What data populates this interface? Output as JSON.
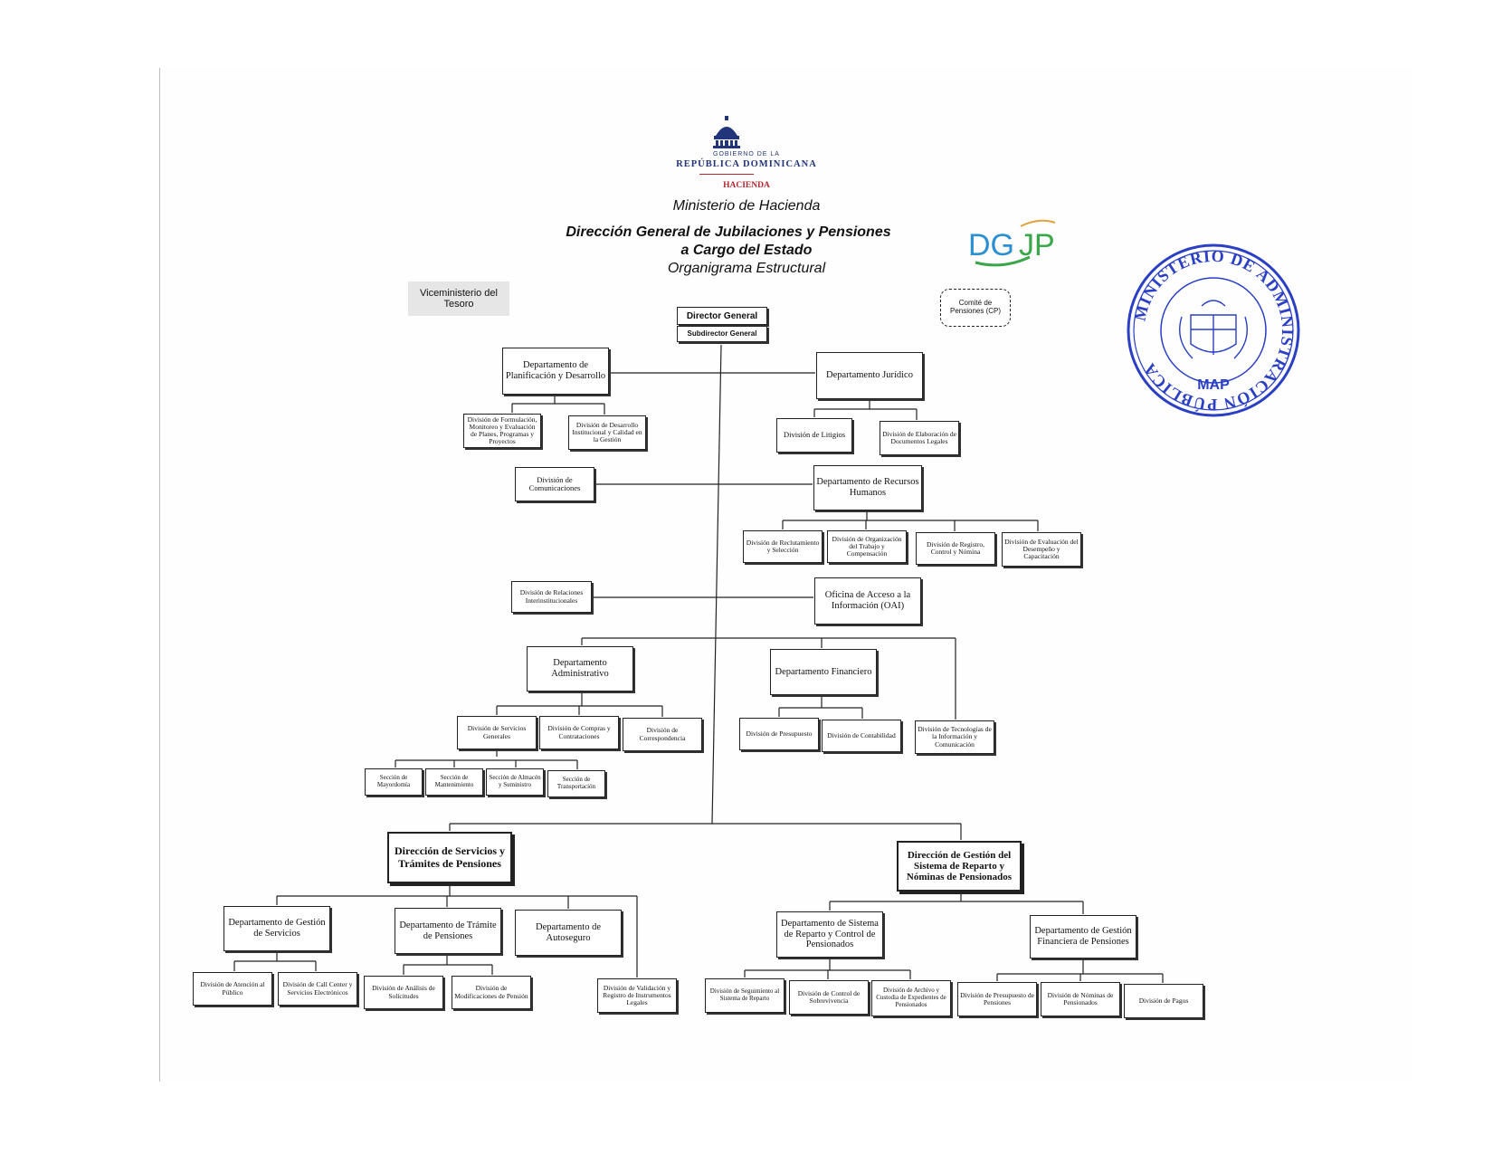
{
  "header": {
    "gov_line1": "GOBIERNO DE LA",
    "gov_line2": "REPÚBLICA DOMINICANA",
    "gov_line3": "HACIENDA",
    "ministry": "Ministerio de Hacienda",
    "title_line1": "Dirección General de Jubilaciones y Pensiones",
    "title_line2": "a Cargo del Estado",
    "subtitle": "Organigrama Estructural",
    "logo_text": "DGJP"
  },
  "seal": {
    "text": "MINISTERIO DE ADMINISTRACIÓN PÚBLICA",
    "center": "MAP",
    "color": "#2a3fc4"
  },
  "colors": {
    "logo_blue": "#2c8fd1",
    "logo_green": "#3aa64a",
    "seal_blue": "#2a3fc4",
    "hacienda_red": "#b3262e"
  },
  "nodes": {
    "viceministerio": "Viceministerio del Tesoro",
    "comite": "Comité de Pensiones (CP)",
    "director": "Director General",
    "subdirector": "Subdirector General",
    "planificacion": "Departamento de Planificación y Desarrollo",
    "div_formulacion": "División de Formulación, Monitoreo y Evaluación de Planes, Programas y Proyectos",
    "div_desarrollo_inst": "División de Desarrollo Institucional y Calidad en la Gestión",
    "juridico": "Departamento Jurídico",
    "div_litigios": "División de Litigios",
    "div_elab_docs": "División de Elaboración de Documentos Legales",
    "div_comunicaciones": "División de Comunicaciones",
    "rrhh": "Departamento de Recursos Humanos",
    "div_reclutamiento": "División de Reclutamiento y Selección",
    "div_org_trabajo": "División de Organización del Trabajo y Compensación",
    "div_registro": "División de Registro, Control y Nómina",
    "div_evaluacion": "División de Evaluación del Desempeño y Capacitación",
    "div_rel_inter": "División de Relaciones Interinstitucionales",
    "oai": "Oficina de Acceso a la Información (OAI)",
    "administrativo": "Departamento Administrativo",
    "div_serv_generales": "División de Servicios Generales",
    "div_compras": "División de Compras y Contrataciones",
    "div_correspondencia": "División de Correspondencia",
    "sec_mayordomia": "Sección de Mayordomía",
    "sec_mantenimiento": "Sección de Mantenimiento",
    "sec_almacen": "Sección de Almacén y Suministro",
    "sec_transportacion": "Sección de Transportación",
    "financiero": "Departamento Financiero",
    "div_presupuesto": "División de Presupuesto",
    "div_contabilidad": "División de Contabilidad",
    "div_tic": "División de Tecnologías de la Información y Comunicación",
    "dir_servicios": "Dirección de Servicios y Trámites de Pensiones",
    "dir_gestion": "Dirección de Gestión del Sistema de Reparto y Nóminas de Pensionados",
    "dep_gestion_serv": "Departamento de Gestión de Servicios",
    "dep_tramite": "Departamento de Trámite de Pensiones",
    "dep_autoseguro": "Departamento de Autoseguro",
    "div_atencion": "División de Atención al Público",
    "div_call_center": "División de Call Center y Servicios Electrónicos",
    "div_analisis": "División de Análisis de Solicitudes",
    "div_modificaciones": "División de Modificaciones de Pensión",
    "div_validacion": "División de Validación y Registro de Instrumentos Legales",
    "dep_sistema_reparto": "Departamento de Sistema de Reparto y Control de Pensionados",
    "dep_gestion_fin": "Departamento de Gestión Financiera de Pensiones",
    "div_seguimiento": "División de Seguimiento al Sistema de Reparto",
    "div_sobrevivencia": "División de Control de Sobrevivencia",
    "div_archivo": "División de Archivo y Custodia de Expedientes de Pensionados",
    "div_presup_pensiones": "División de Presupuesto de Pensiones",
    "div_nominas": "División de Nóminas de Pensionados",
    "div_pagos": "División de Pagos"
  }
}
